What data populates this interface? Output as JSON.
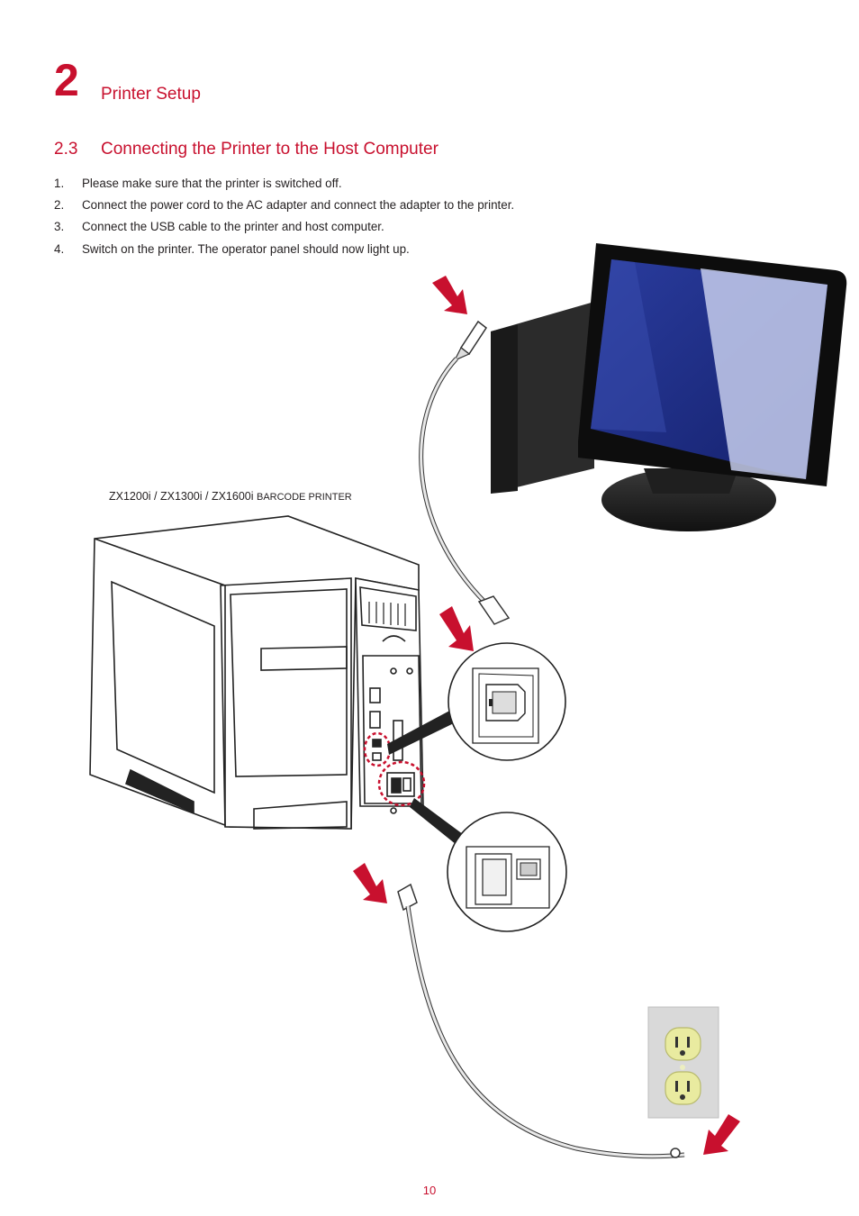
{
  "chapter": {
    "number": "2",
    "title": "Printer Setup"
  },
  "section": {
    "number": "2.3",
    "title": "Connecting the Printer to the Host Computer"
  },
  "steps": [
    {
      "no": "1.",
      "text": "Please make sure that the printer is switched off."
    },
    {
      "no": "2.",
      "text": "Connect the power cord to the AC adapter and connect the adapter to the printer."
    },
    {
      "no": "3.",
      "text": "Connect the USB cable to the printer and host computer."
    },
    {
      "no": "4.",
      "text": "Switch on the printer. The operator panel should now light up."
    }
  ],
  "figure": {
    "printer_label_models": "ZX1200i / ZX1300i / ZX1600i",
    "printer_label_suffix": "BARCODE PRINTER",
    "icons": [
      "monitor-icon",
      "usb-cable-icon",
      "printer-icon",
      "usb-port-icon",
      "power-socket-icon",
      "power-cord-icon",
      "wall-outlet-icon",
      "red-arrow-icon"
    ],
    "colors": {
      "accent": "#c8102e",
      "screen_blue": "#1e2f8c",
      "outlet": "#e9eba0"
    }
  },
  "page_number": "10"
}
